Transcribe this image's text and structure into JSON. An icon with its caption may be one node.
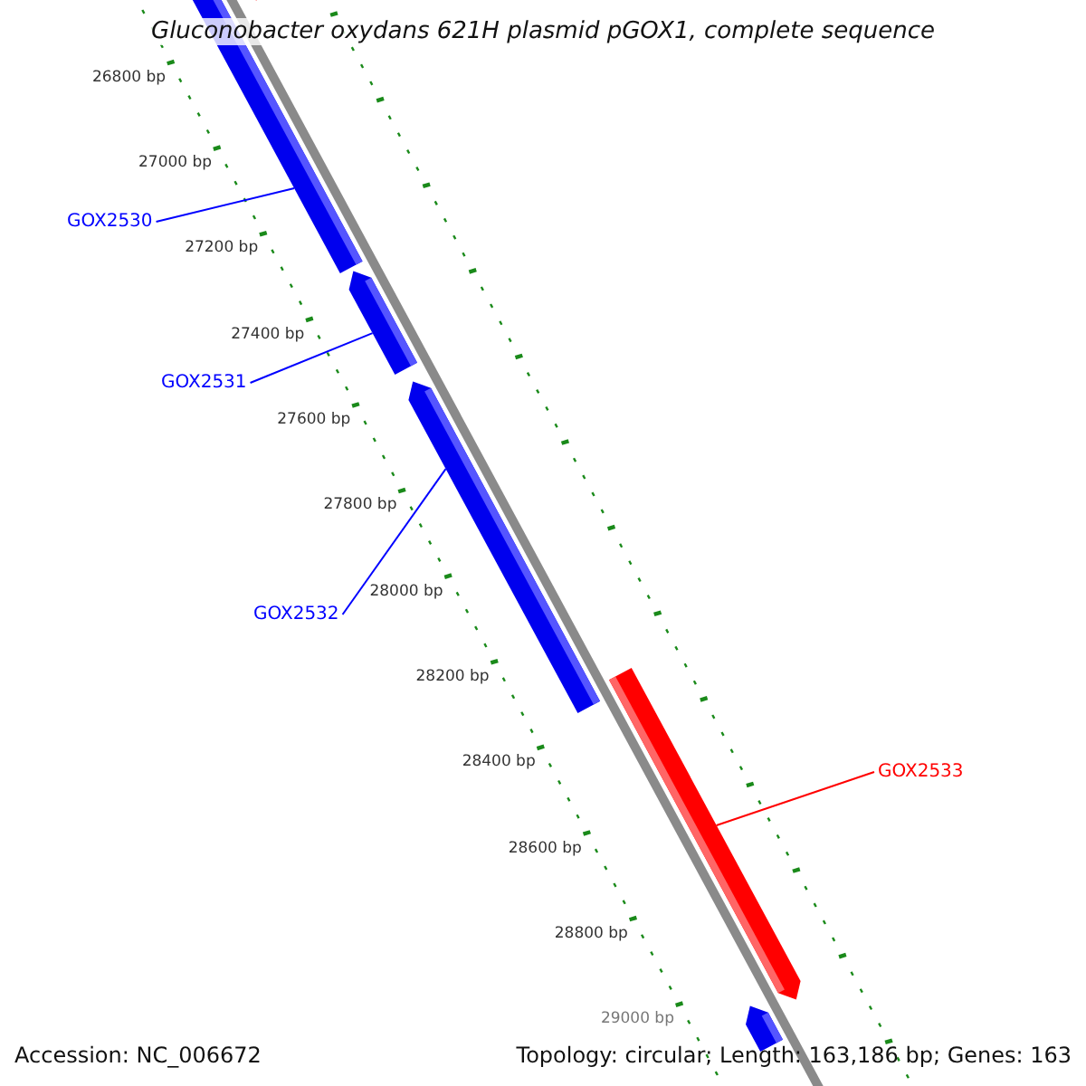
{
  "diagram": {
    "title": "Gluconobacter oxydans 621H plasmid pGOX1, complete sequence",
    "nodes": [
      {
        "text": [],
        "shape": "bar"
      },
      {
        "text": [
          "GOX2530"
        ]
      },
      {
        "text": [],
        "shape": "bar"
      },
      {
        "text": [
          "GOX2531"
        ]
      },
      {
        "text": [],
        "shape": "bar"
      },
      {
        "text": [
          "GOX2532"
        ]
      },
      {
        "text": [],
        "shape": "bar"
      },
      {
        "text": [
          "GOX2533"
        ]
      },
      {
        "text": [],
        "shape": "bar"
      },
      {
        "text": [],
        "shape": "bar"
      }
    ],
    "edges": [
      {
        "from": 1,
        "to": 2,
        "arrow": "none"
      },
      {
        "from": 3,
        "to": 4,
        "arrow": "none"
      },
      {
        "from": 5,
        "to": 6,
        "arrow": "none"
      },
      {
        "from": 7,
        "to": 8,
        "arrow": "none",
        "color": "#ff0000"
      }
    ],
    "labels": [
      "26800 bp",
      "27000 bp",
      "27200 bp",
      "27400 bp",
      "27600 bp",
      "27800 bp",
      "28000 bp",
      "28200 bp",
      "28400 bp",
      "28600 bp",
      "28800 bp",
      "29000 bp",
      "Accession: NC_006672",
      "Topology: circular; Length: 163,186 bp; Genes: 163"
    ]
  }
}
